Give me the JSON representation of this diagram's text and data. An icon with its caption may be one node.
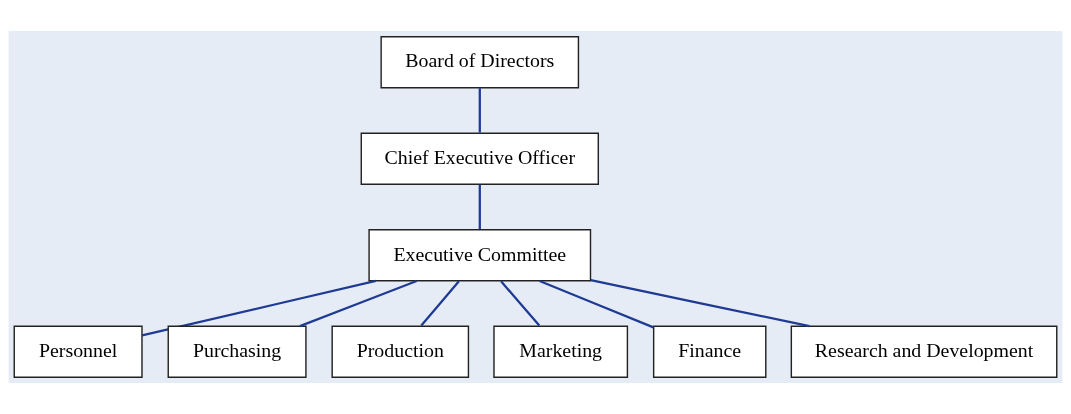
{
  "diagram": {
    "nodes": [
      {
        "text": [
          "Board of Directors"
        ]
      },
      {
        "text": [
          "Chief Executive Officer"
        ]
      },
      {
        "text": [
          "Executive Committee"
        ]
      },
      {
        "text": [
          "Personnel"
        ]
      },
      {
        "text": [
          "Purchasing"
        ]
      },
      {
        "text": [
          "Production"
        ]
      },
      {
        "text": [
          "Marketing"
        ]
      },
      {
        "text": [
          "Finance"
        ]
      },
      {
        "text": [
          "Research and Development"
        ]
      }
    ],
    "edges": [
      {
        "from": 0,
        "to": 1,
        "arrow": "none"
      },
      {
        "from": 1,
        "to": 2,
        "arrow": "none"
      },
      {
        "from": 2,
        "to": 3,
        "arrow": "none"
      },
      {
        "from": 2,
        "to": 4,
        "arrow": "none"
      },
      {
        "from": 2,
        "to": 5,
        "arrow": "none"
      },
      {
        "from": 2,
        "to": 6,
        "arrow": "none"
      },
      {
        "from": 2,
        "to": 7,
        "arrow": "none"
      },
      {
        "from": 2,
        "to": 8,
        "arrow": "none"
      }
    ]
  }
}
